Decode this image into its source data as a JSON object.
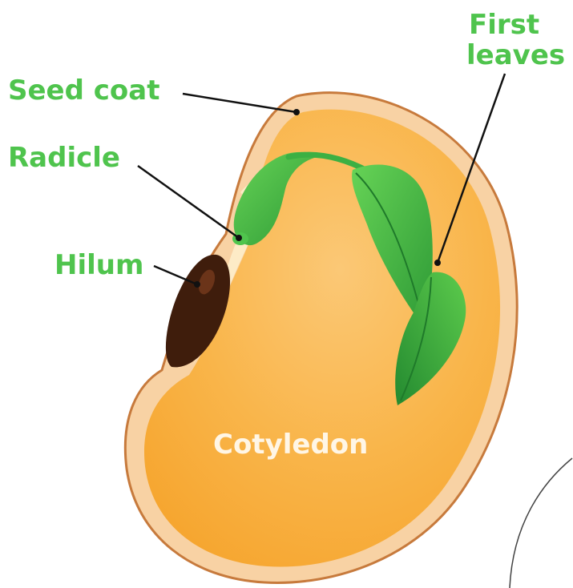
{
  "labels": {
    "seed_coat": "Seed coat",
    "radicle": "Radicle",
    "hilum": "Hilum",
    "first_leaves_line1": "First",
    "first_leaves_line2": "leaves",
    "cotyledon": "Cotyledon"
  },
  "colors": {
    "label_green": "#4fc44d",
    "cotyledon_label": "#fff6e6",
    "seed_coat": "#f8d2a4",
    "seed_coat_outline": "#c77a3c",
    "cotyledon": "#f8aa34",
    "cotyledon_light": "#fbc876",
    "inner_light": "#fdebc6",
    "hilum": "#3f1d0c",
    "leaf_dark": "#2f9c38",
    "leaf_light": "#5ccb4c",
    "leader_line": "#111111"
  }
}
